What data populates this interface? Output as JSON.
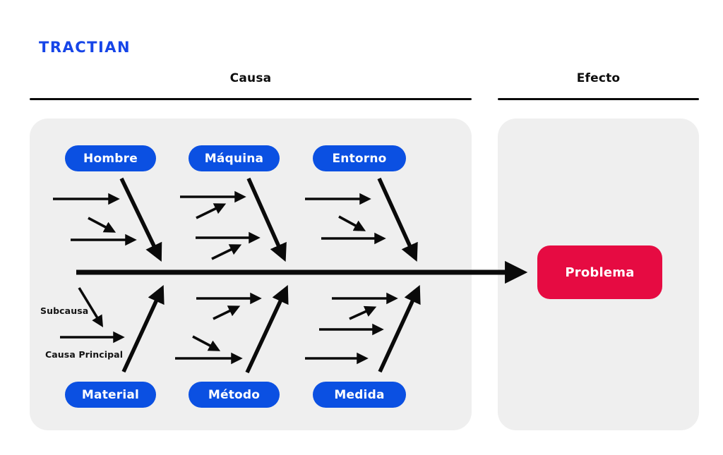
{
  "brand": {
    "logo_text": "TRACTIAN"
  },
  "theme": {
    "blue": "#0b50e2",
    "logo_blue": "#1645e8",
    "red": "#e60b42",
    "panel": "#efefef",
    "ink": "#0d0d0d"
  },
  "header": {
    "cause_label": "Causa",
    "effect_label": "Efecto"
  },
  "diagram": {
    "type": "fishbone-ishikawa",
    "top_categories": [
      "Hombre",
      "Máquina",
      "Entorno"
    ],
    "bottom_categories": [
      "Material",
      "Método",
      "Medida"
    ],
    "annotations": {
      "subcause_label": "Subcausa",
      "main_cause_label": "Causa Principal"
    },
    "effect": {
      "label": "Problema"
    }
  }
}
